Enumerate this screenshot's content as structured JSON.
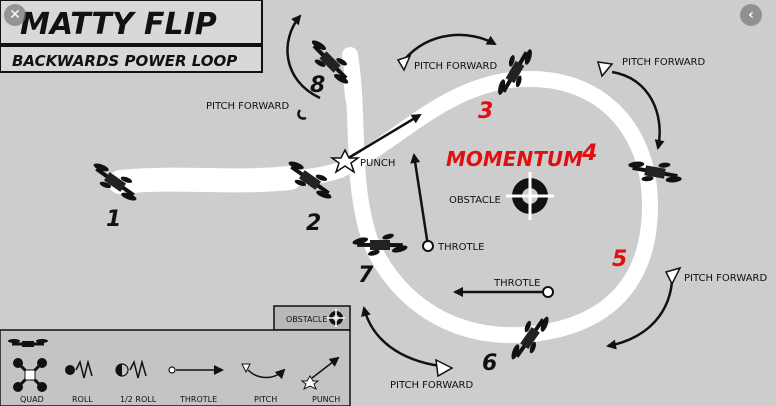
{
  "title": "MATTY FLIP",
  "subtitle": "BACKWARDS POWER LOOP",
  "momentum": "MOMENTUM",
  "labels": {
    "pitch_forward": "PITCH FORWARD",
    "punch": "PUNCH",
    "obstacle": "OBSTACLE",
    "throttle": "THROTLE"
  },
  "steps": [
    "1",
    "2",
    "3",
    "4",
    "5",
    "6",
    "7",
    "8"
  ],
  "legend": {
    "obstacle": "OBSTACLE",
    "items": [
      "QUAD",
      "ROLL",
      "1/2 ROLL",
      "THROTLE",
      "PITCH",
      "PUNCH"
    ]
  },
  "controls": {
    "close": "✕",
    "back": "‹"
  },
  "colors": {
    "background": "#cdcdcd",
    "accent_red": "#e01010",
    "ink": "#111111",
    "path": "#ffffff",
    "legend_bg": "#c4c4c4"
  }
}
